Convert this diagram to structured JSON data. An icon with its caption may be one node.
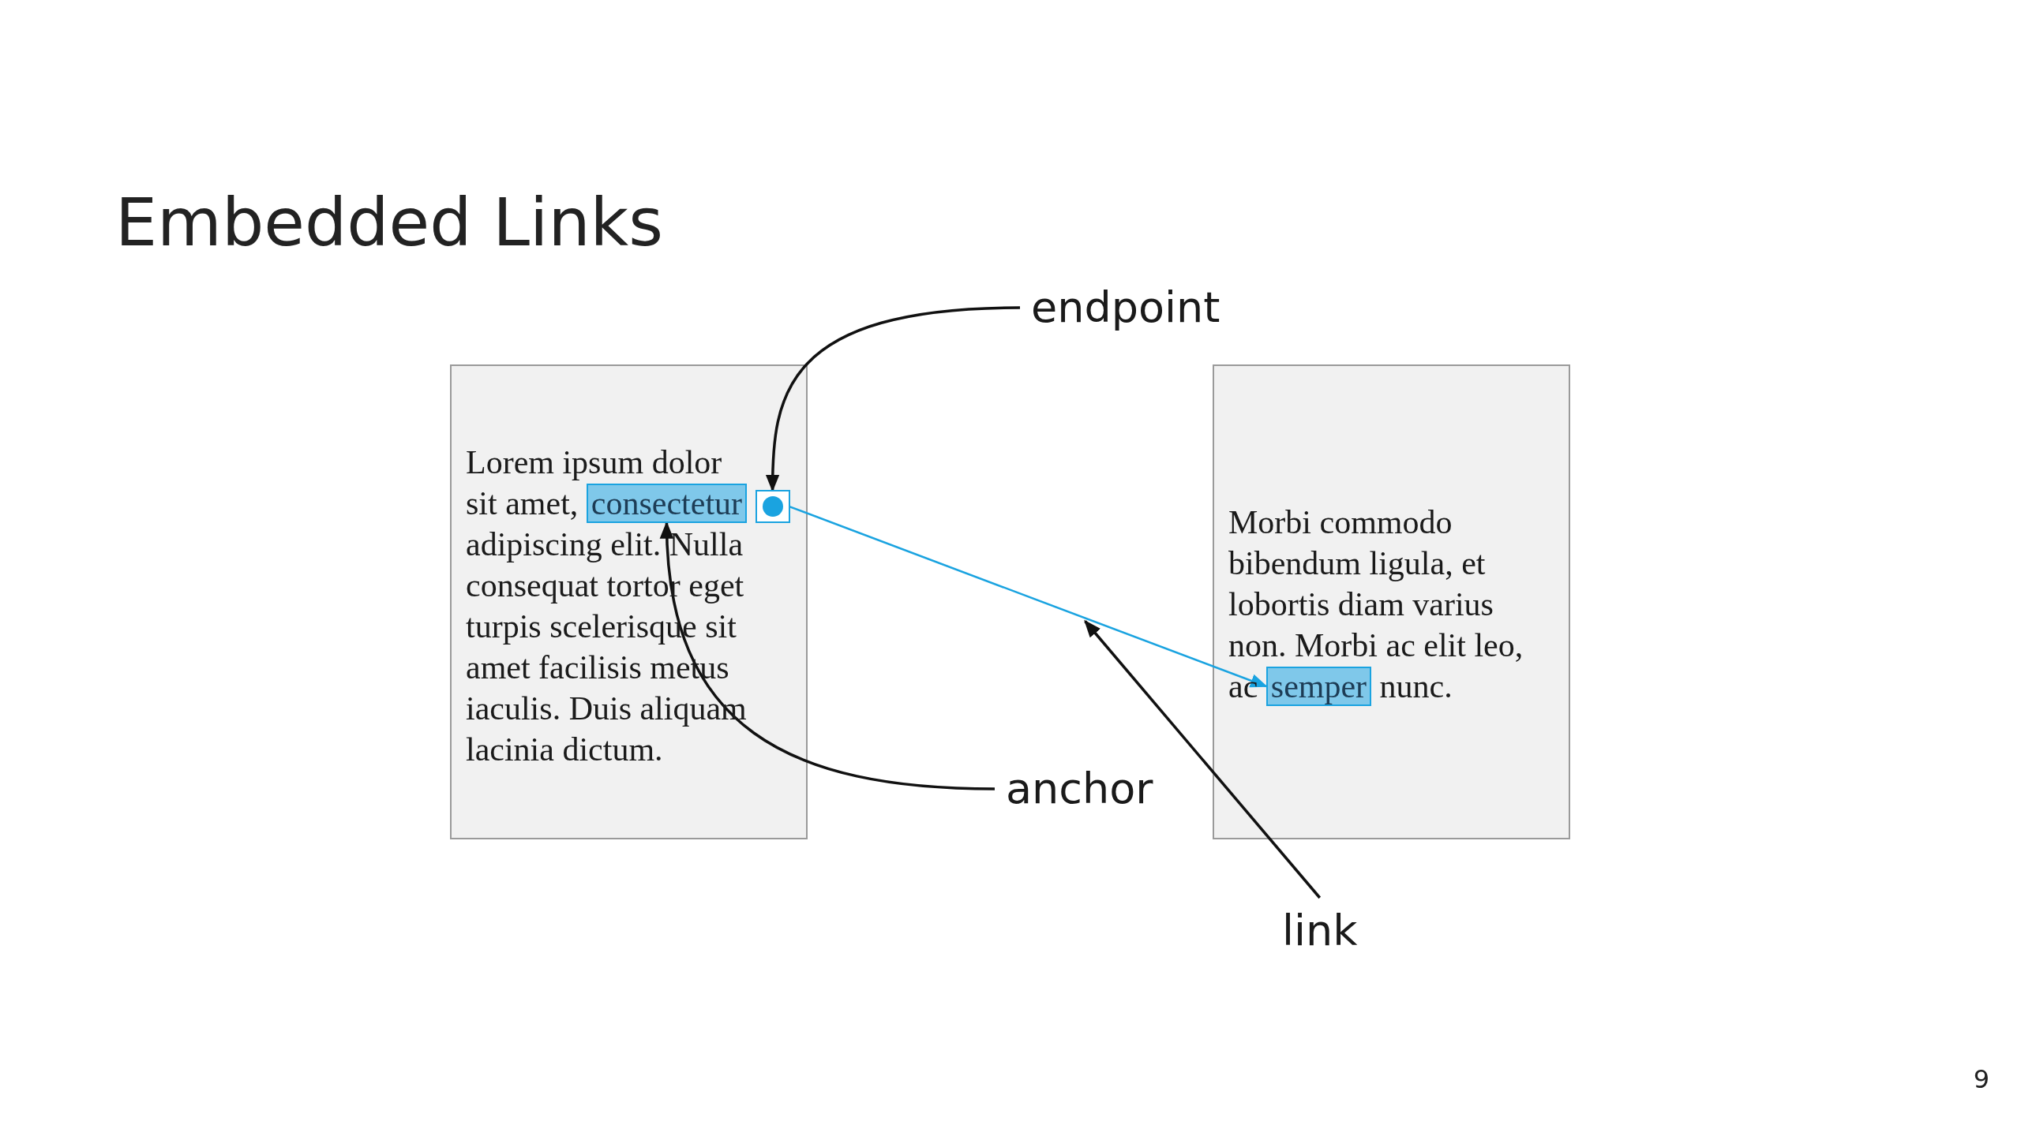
{
  "diagram": {
    "title": "Embedded Links",
    "nodes": [
      {
        "text": [
          "Lorem ipsum dolor",
          "sit amet,",
          "adipiscing elit. Nulla consequat tortor eget turpis scelerisque sit amet facilisis metus iaculis. Duis aliquam lacinia dictum."
        ]
      },
      {
        "text": [
          "consectetur"
        ],
        "in": 0
      },
      {
        "text": [],
        "shape": "circle",
        "in": 0
      },
      {
        "text": [
          "Morbi commodo bibendum ligula, et lobortis diam varius non. Morbi ac elit leo,",
          "ac",
          "nunc."
        ]
      },
      {
        "text": [
          "semper"
        ],
        "in": 3
      },
      {
        "text": [
          "endpoint"
        ]
      },
      {
        "text": [
          "anchor"
        ]
      },
      {
        "text": [
          "link"
        ]
      }
    ],
    "edges": [
      {
        "from": 2,
        "to": 4,
        "arrow": "to",
        "color": "#1aa3e0"
      },
      {
        "from": 5,
        "to": 2,
        "arrow": "to"
      },
      {
        "from": 6,
        "to": 1,
        "arrow": "to"
      },
      {
        "from": 7,
        "to": null,
        "arrow": "to"
      }
    ],
    "labels": [
      "9"
    ]
  }
}
